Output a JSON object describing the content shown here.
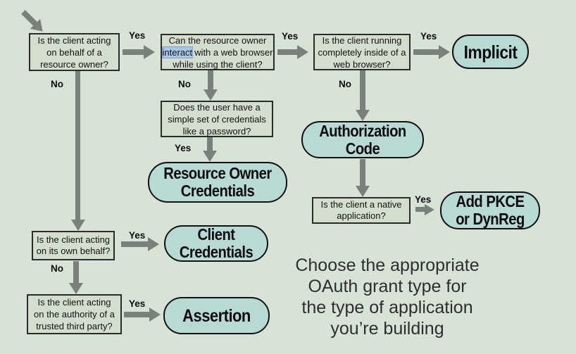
{
  "labels": {
    "yes": "Yes",
    "no": "No"
  },
  "nodes": {
    "q_behalf": {
      "l1": "Is the client acting",
      "l2": "on behalf of a",
      "l3": "resource owner?"
    },
    "q_interact": {
      "l1": "Can the resource owner",
      "l2_hl": "interact",
      "l2_rest": "with a web browser",
      "l3": "while using the client?"
    },
    "q_inside": {
      "l1": "Is the client running",
      "l2": "completely inside of a",
      "l3": "web browser?"
    },
    "q_credentials": {
      "l1": "Does the user have a",
      "l2": "simple set of credentials",
      "l3": "like a password?"
    },
    "q_native": {
      "l1": "Is the client a native",
      "l2": "application?"
    },
    "q_own_behalf": {
      "l1": "Is the client acting",
      "l2": "on its own behalf?"
    },
    "q_third_party": {
      "l1": "Is the client acting",
      "l2": "on the authority of a",
      "l3": "trusted third party?"
    }
  },
  "grants": {
    "implicit": "Implicit",
    "auth_code_l1": "Authorization",
    "auth_code_l2": "Code",
    "ro_creds_l1": "Resource Owner",
    "ro_creds_l2": "Credentials",
    "pkce_l1": "Add PKCE",
    "pkce_l2": "or DynReg",
    "client_creds_l1": "Client",
    "client_creds_l2": "Credentials",
    "assertion": "Assertion"
  },
  "caption": {
    "l1": "Choose the appropriate",
    "l2": "OAuth grant type for",
    "l3": "the type of application",
    "l4": "you’re building"
  },
  "colors": {
    "background": "#d8e3d7",
    "box_fill": "#d4decf",
    "bubble_fill": "#b9dad4",
    "arrow_gray": "#79817a",
    "selection_blue": "#a9c7e8",
    "border_dark": "#2b2b2b"
  }
}
